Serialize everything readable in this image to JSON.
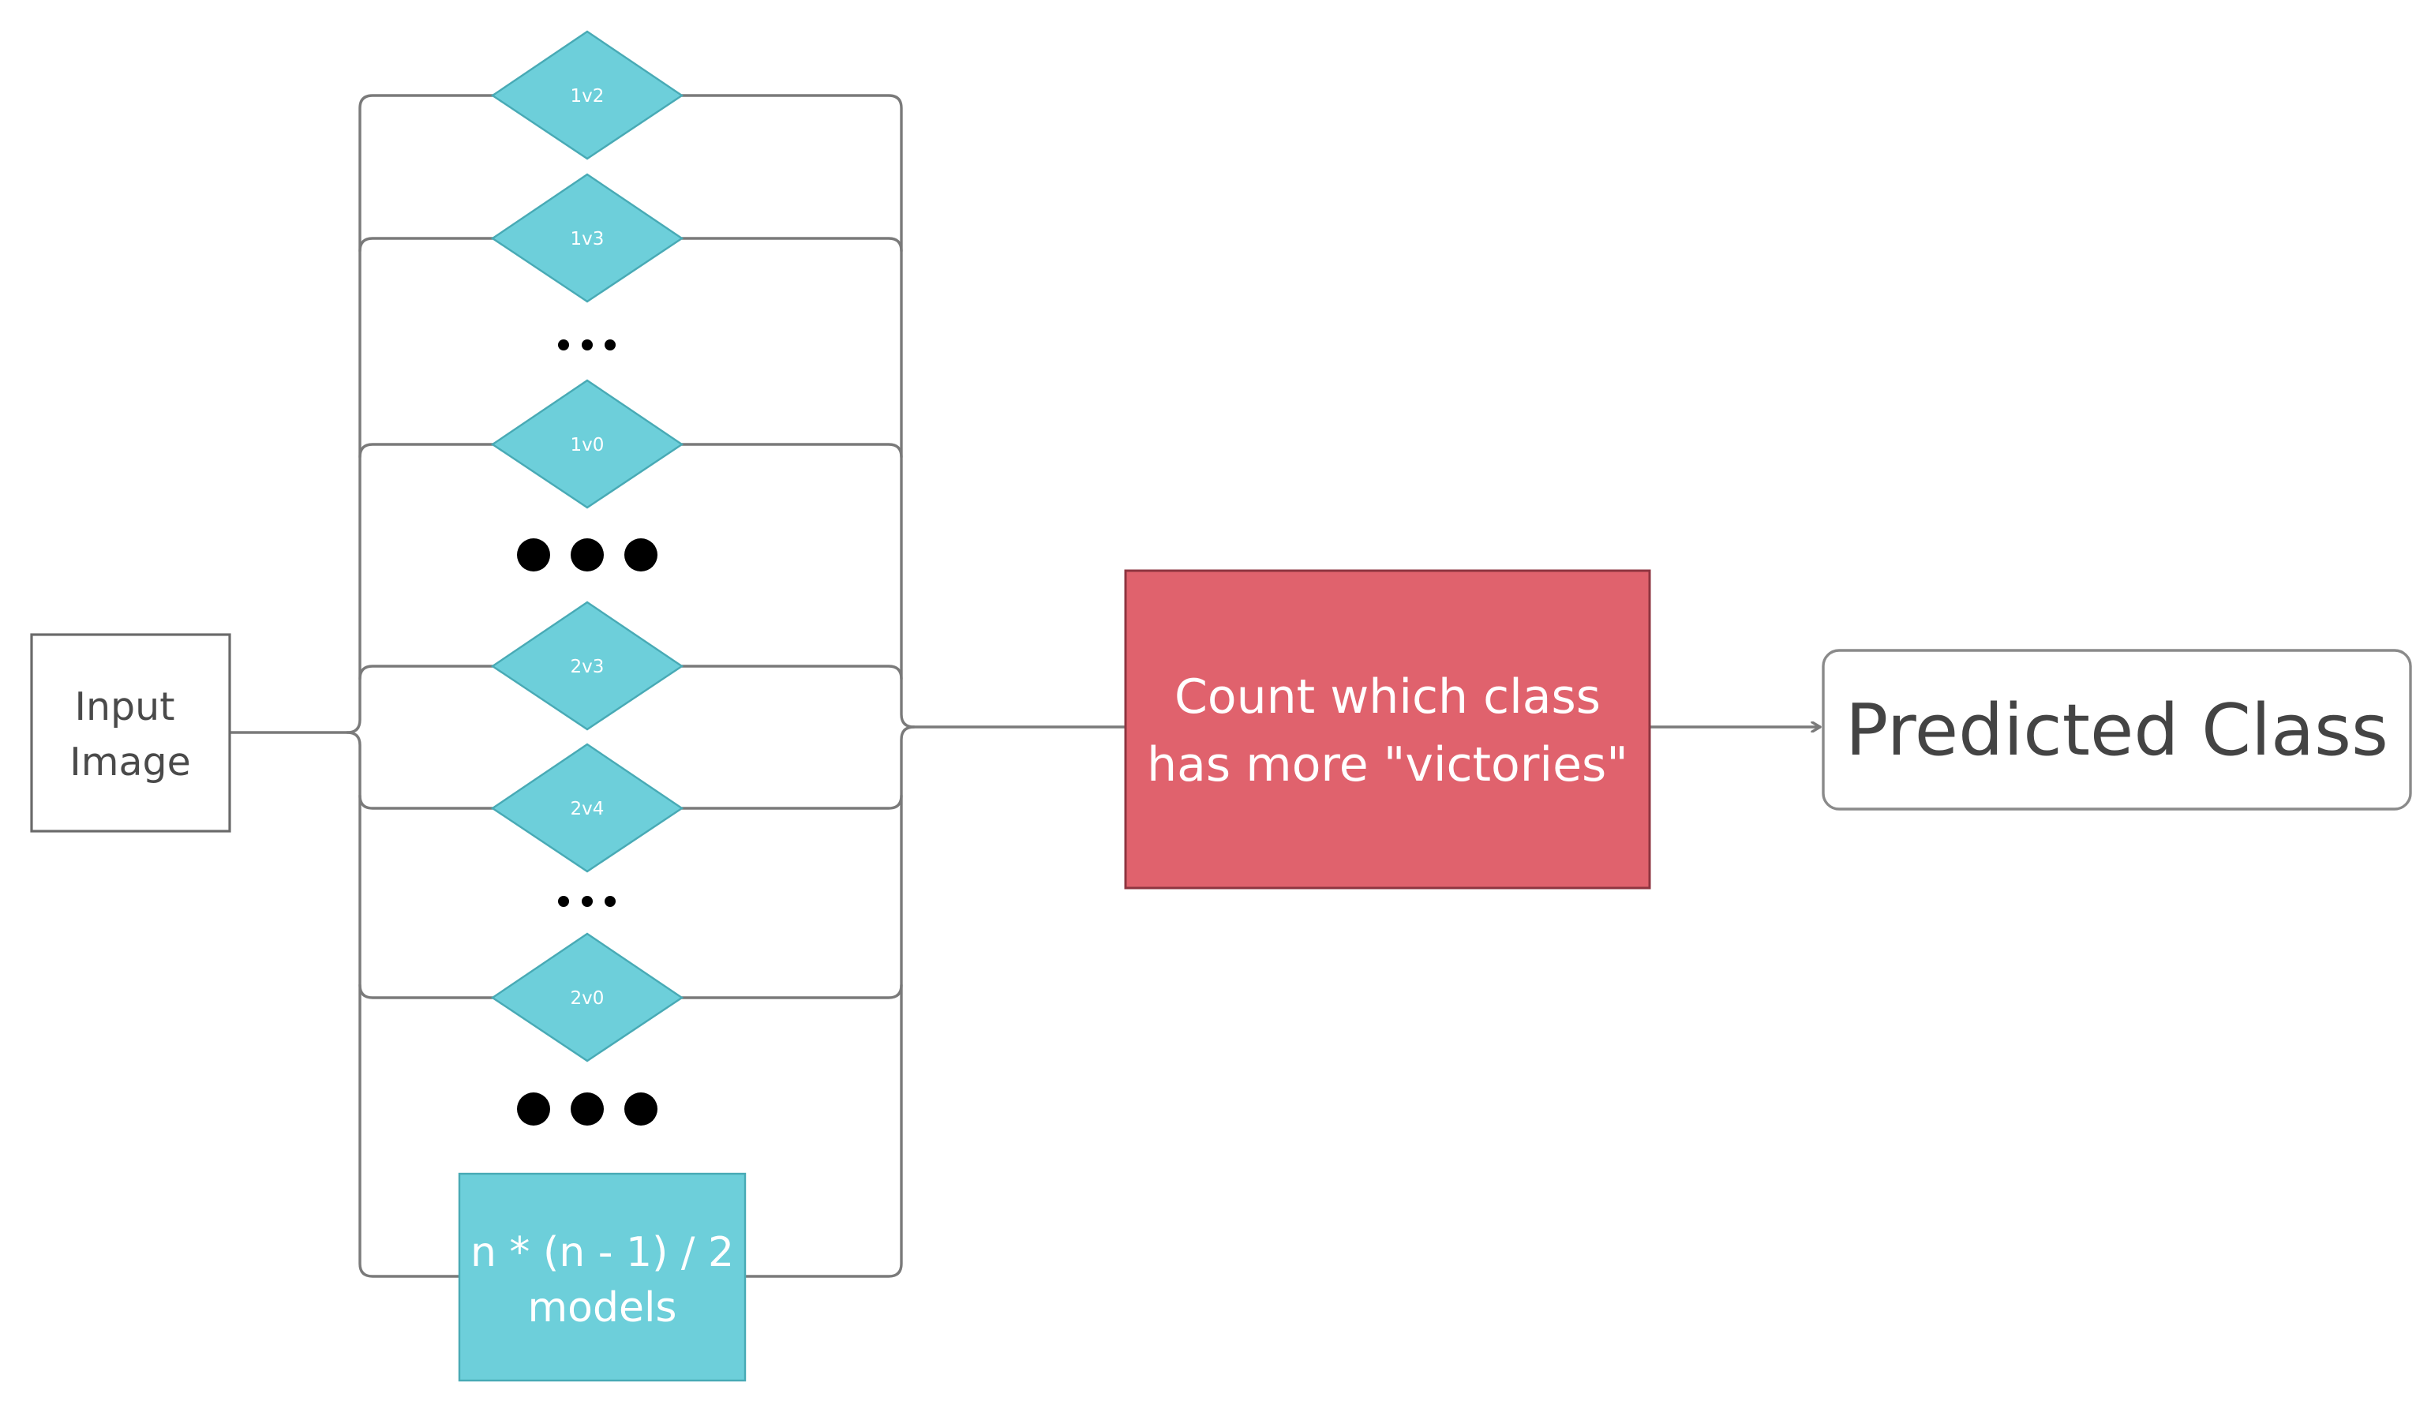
{
  "input_node": {
    "line1": "Input",
    "line2": "Image"
  },
  "classifiers": [
    {
      "label": "1v2"
    },
    {
      "label": "1v3"
    },
    {
      "label": "1v0"
    },
    {
      "label": "2v3"
    },
    {
      "label": "2v4"
    },
    {
      "label": "2v0"
    }
  ],
  "models_node": {
    "line1": "n * (n - 1) / 2",
    "line2": "models"
  },
  "count_node": {
    "line1": "Count which class",
    "line2": "has more \"victories\""
  },
  "output_node": {
    "label": "Predicted Class"
  },
  "colors": {
    "classifier_fill": "#6dcfda",
    "aggregator_fill": "#e0626d",
    "connector": "#7a7a7a"
  }
}
